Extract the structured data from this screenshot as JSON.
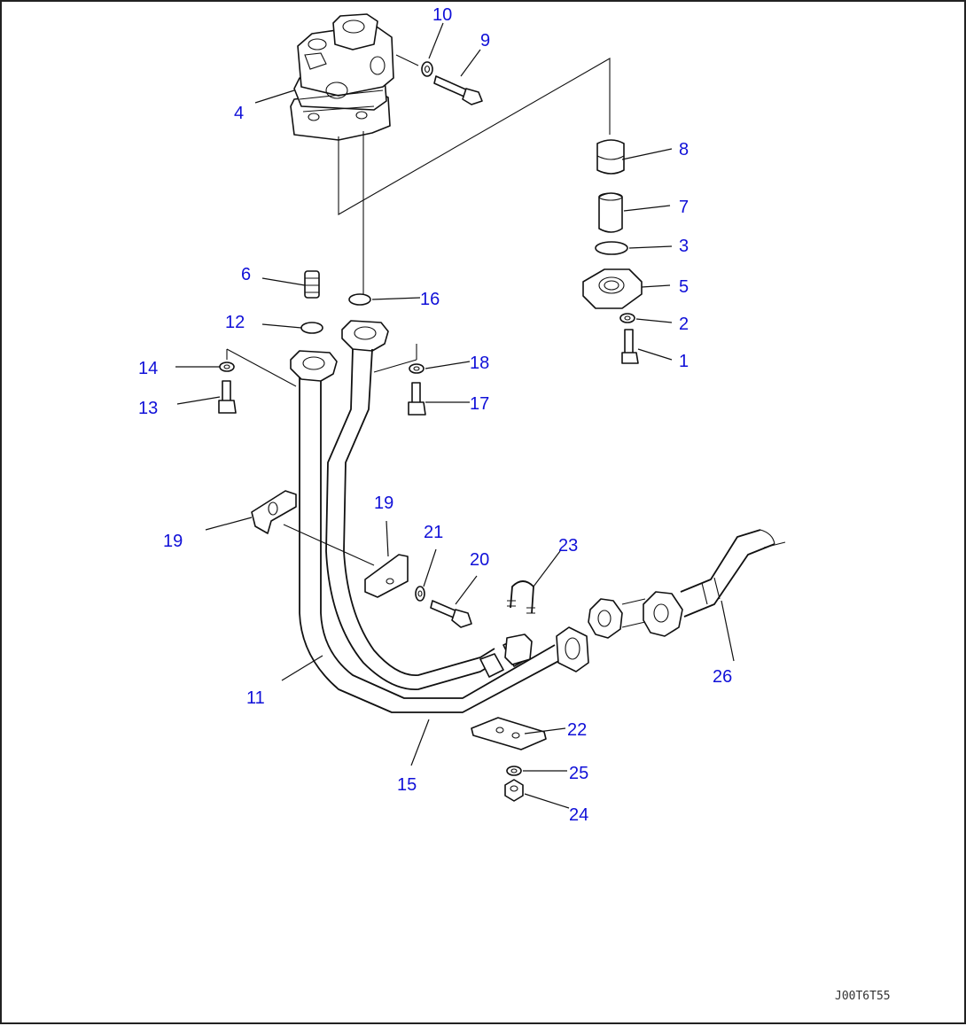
{
  "figure": {
    "drawing_code": "J00T6T55",
    "colors": {
      "callout": "#1010d8",
      "line": "#111111"
    }
  },
  "callouts": [
    {
      "id": "1",
      "label": "1"
    },
    {
      "id": "2",
      "label": "2"
    },
    {
      "id": "3",
      "label": "3"
    },
    {
      "id": "4",
      "label": "4"
    },
    {
      "id": "5",
      "label": "5"
    },
    {
      "id": "6",
      "label": "6"
    },
    {
      "id": "7",
      "label": "7"
    },
    {
      "id": "8",
      "label": "8"
    },
    {
      "id": "9",
      "label": "9"
    },
    {
      "id": "10",
      "label": "10"
    },
    {
      "id": "11",
      "label": "11"
    },
    {
      "id": "12",
      "label": "12"
    },
    {
      "id": "13",
      "label": "13"
    },
    {
      "id": "14",
      "label": "14"
    },
    {
      "id": "15",
      "label": "15"
    },
    {
      "id": "16",
      "label": "16"
    },
    {
      "id": "17",
      "label": "17"
    },
    {
      "id": "18",
      "label": "18"
    },
    {
      "id": "19a",
      "label": "19"
    },
    {
      "id": "19b",
      "label": "19"
    },
    {
      "id": "20",
      "label": "20"
    },
    {
      "id": "21",
      "label": "21"
    },
    {
      "id": "22",
      "label": "22"
    },
    {
      "id": "23",
      "label": "23"
    },
    {
      "id": "24",
      "label": "24"
    },
    {
      "id": "25",
      "label": "25"
    },
    {
      "id": "26",
      "label": "26"
    }
  ]
}
